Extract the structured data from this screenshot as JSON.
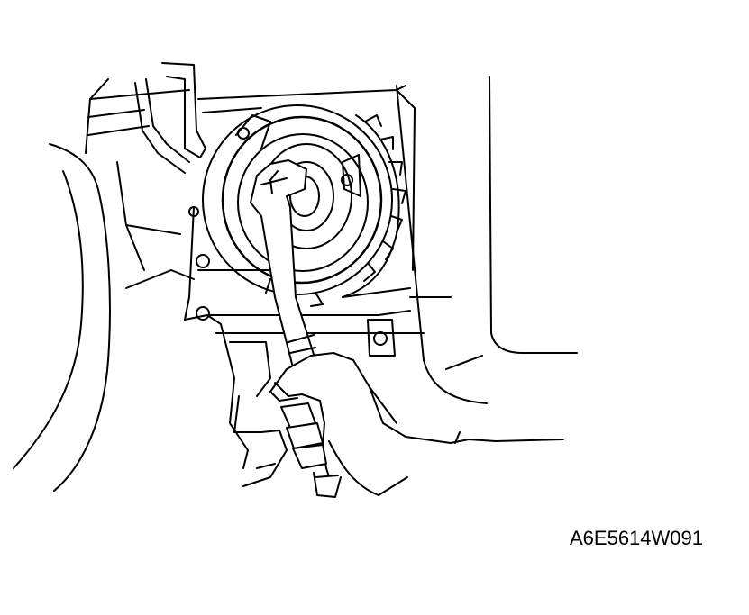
{
  "figure": {
    "code": "A6E5614W091"
  },
  "colors": {
    "line": "#000000",
    "background": "#ffffff"
  },
  "icons": [
    "engine-illustration",
    "crankshaft-pulley",
    "wrench",
    "hand"
  ]
}
